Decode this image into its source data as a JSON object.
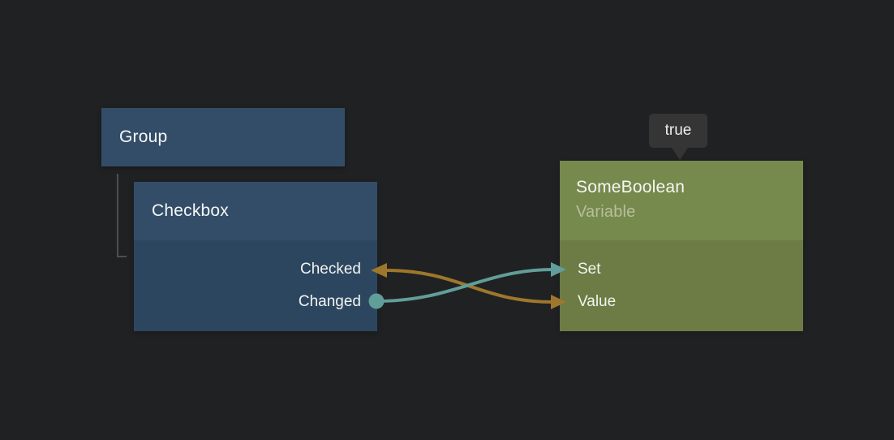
{
  "nodes": {
    "group": {
      "title": "Group",
      "color": "#334d69"
    },
    "checkbox": {
      "title": "Checkbox",
      "header_color": "#334d69",
      "body_color": "#2d4660",
      "ports": [
        {
          "label": "Checked",
          "side": "output"
        },
        {
          "label": "Changed",
          "side": "output"
        }
      ],
      "parent": "Group"
    },
    "variable": {
      "title": "SomeBoolean",
      "subtitle": "Variable",
      "header_color": "#778a4d",
      "body_color": "#6c7c44",
      "ports": [
        {
          "label": "Set",
          "side": "input"
        },
        {
          "label": "Value",
          "side": "input"
        }
      ]
    }
  },
  "tooltip": {
    "text": "true"
  },
  "connections": [
    {
      "from": "SomeBoolean.Value",
      "to": "Checkbox.Checked",
      "color": "#9e772d",
      "ends": "arrow-both-ends"
    },
    {
      "from": "Checkbox.Changed",
      "to": "SomeBoolean.Set",
      "color": "#619e99",
      "ends": "dot-at-source-arrow-at-target"
    }
  ],
  "colors": {
    "background": "#202122",
    "wire_orange": "#9e772d",
    "wire_teal": "#619e99",
    "hierarchy_line": "#4d4e50",
    "tooltip_bg": "#353535"
  }
}
